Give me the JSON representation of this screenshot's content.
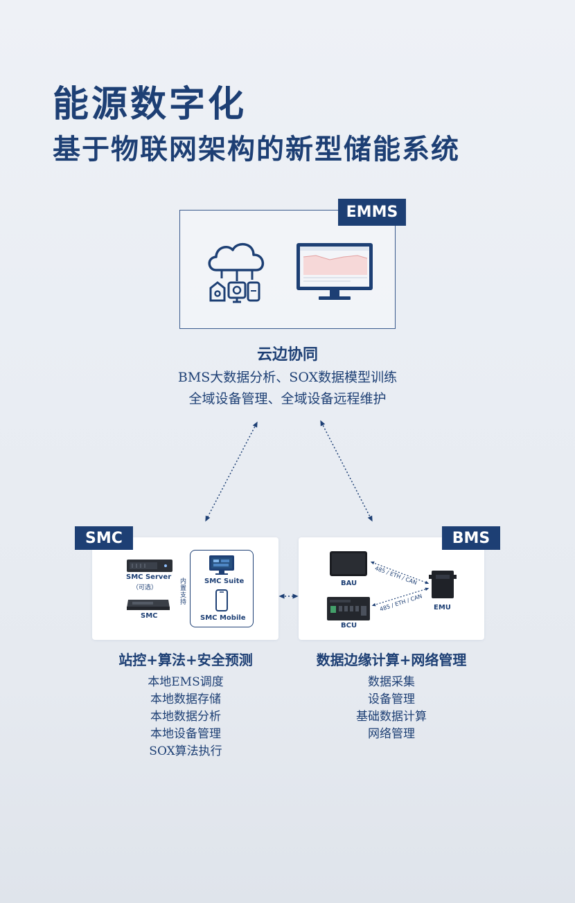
{
  "title": "能源数字化",
  "subtitle": "基于物联网架构的新型储能系统",
  "emms": {
    "tag": "EMMS",
    "heading": "云边协同",
    "lines": [
      "BMS大数据分析、SOX数据模型训练",
      "全域设备管理、全域设备远程维护"
    ]
  },
  "smc": {
    "tag": "SMC",
    "server_label": "SMC Server",
    "server_note": "（可选）",
    "smc_label": "SMC",
    "builtin_label": "内置支持",
    "suite_label": "SMC Suite",
    "mobile_label": "SMC Mobile",
    "heading": "站控+算法+安全预测",
    "items": [
      "本地EMS调度",
      "本地数据存储",
      "本地数据分析",
      "本地设备管理",
      "SOX算法执行"
    ]
  },
  "bms": {
    "tag": "BMS",
    "bau_label": "BAU",
    "bcu_label": "BCU",
    "emu_label": "EMU",
    "link_label_1": "485 / ETH / CAN",
    "link_label_2": "485 / ETH / CAN",
    "heading": "数据边缘计算+网络管理",
    "items": [
      "数据采集",
      "设备管理",
      "基础数据计算",
      "网络管理"
    ]
  },
  "colors": {
    "primary": "#1d3f74",
    "background": "#eef1f6"
  }
}
